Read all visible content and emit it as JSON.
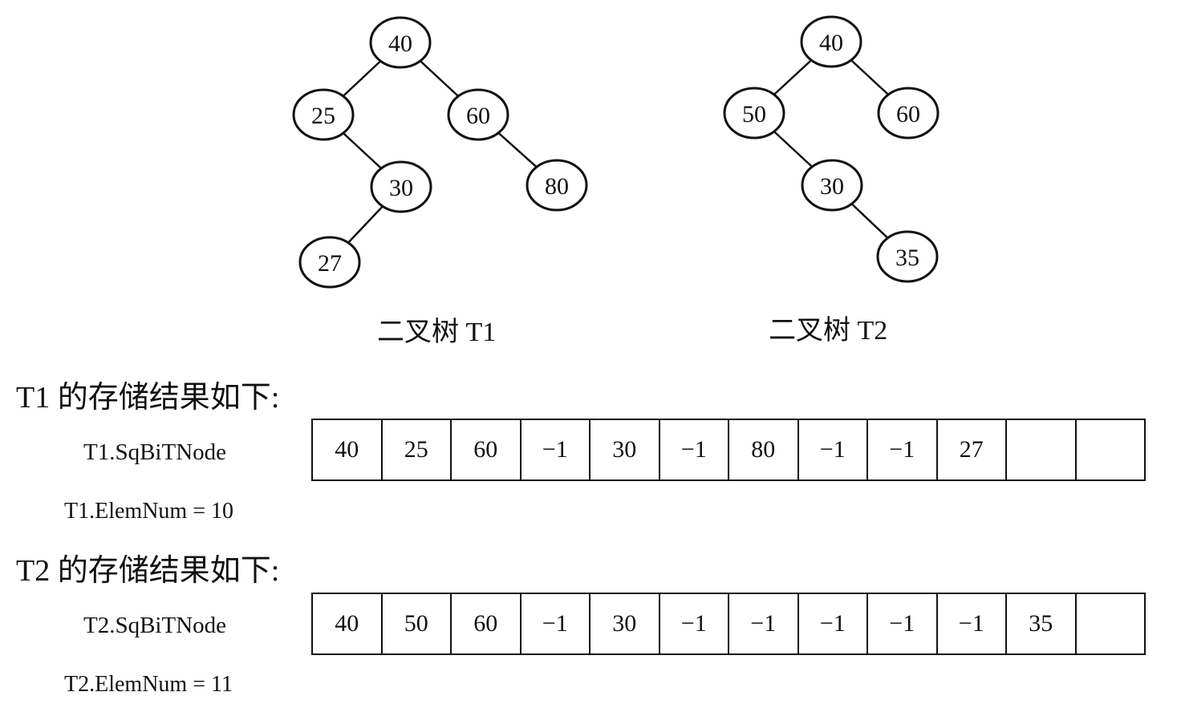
{
  "tree_t1": {
    "caption": "二叉树 T1",
    "nodes": [
      {
        "id": "t1-40",
        "value": "40",
        "parent": null
      },
      {
        "id": "t1-25",
        "value": "25",
        "parent": "t1-40"
      },
      {
        "id": "t1-60",
        "value": "60",
        "parent": "t1-40"
      },
      {
        "id": "t1-30",
        "value": "30",
        "parent": "t1-25"
      },
      {
        "id": "t1-80",
        "value": "80",
        "parent": "t1-60"
      },
      {
        "id": "t1-27",
        "value": "27",
        "parent": "t1-30"
      }
    ]
  },
  "tree_t2": {
    "caption": "二叉树 T2",
    "nodes": [
      {
        "id": "t2-40",
        "value": "40",
        "parent": null
      },
      {
        "id": "t2-50",
        "value": "50",
        "parent": "t2-40"
      },
      {
        "id": "t2-60",
        "value": "60",
        "parent": "t2-40"
      },
      {
        "id": "t2-30",
        "value": "30",
        "parent": "t2-50"
      },
      {
        "id": "t2-35",
        "value": "35",
        "parent": "t2-30"
      }
    ]
  },
  "t1_storage": {
    "heading": "T1 的存储结果如下:",
    "array_label": "T1.SqBiTNode",
    "cells": [
      "40",
      "25",
      "60",
      "−1",
      "30",
      "−1",
      "80",
      "−1",
      "−1",
      "27",
      "",
      ""
    ],
    "elemnum": "T1.ElemNum = 10"
  },
  "t2_storage": {
    "heading": "T2 的存储结果如下:",
    "array_label": "T2.SqBiTNode",
    "cells": [
      "40",
      "50",
      "60",
      "−1",
      "30",
      "−1",
      "−1",
      "−1",
      "−1",
      "−1",
      "35",
      ""
    ],
    "elemnum": "T2.ElemNum = 11"
  }
}
